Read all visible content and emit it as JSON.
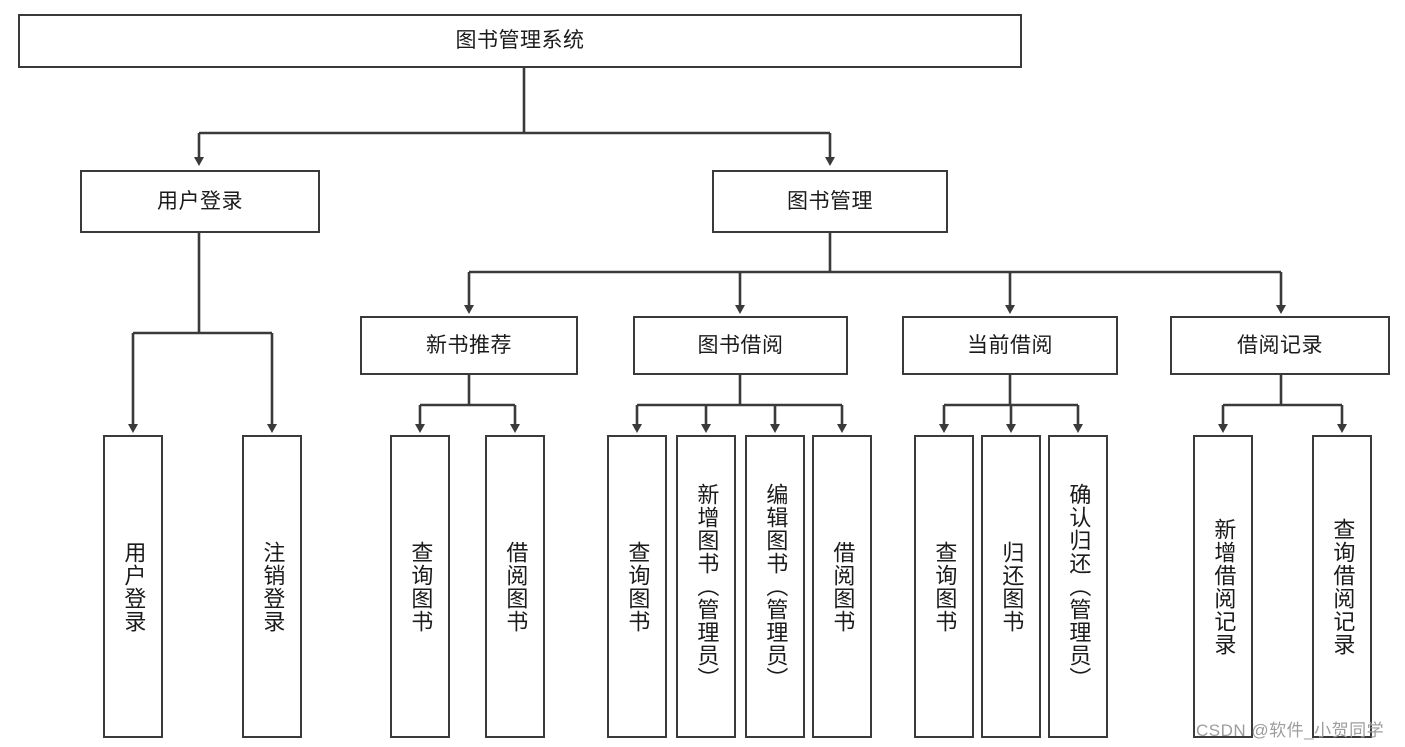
{
  "diagram": {
    "type": "tree-hierarchy",
    "title": "图书管理系统",
    "root": {
      "id": "root",
      "label": "图书管理系统"
    },
    "level1": [
      {
        "id": "user-login",
        "label": "用户登录"
      },
      {
        "id": "book-management",
        "label": "图书管理"
      }
    ],
    "level2": [
      {
        "id": "new-book-recommend",
        "label": "新书推荐",
        "parent": "book-management"
      },
      {
        "id": "book-borrow",
        "label": "图书借阅",
        "parent": "book-management"
      },
      {
        "id": "current-borrow",
        "label": "当前借阅",
        "parent": "book-management"
      },
      {
        "id": "borrow-record",
        "label": "借阅记录",
        "parent": "book-management"
      }
    ],
    "leaves": {
      "user_login": [
        {
          "id": "leaf-user-login",
          "label": "用户登录"
        },
        {
          "id": "leaf-logout-login",
          "label": "注销登录"
        }
      ],
      "new_book_recommend": [
        {
          "id": "leaf-query-book-1",
          "label": "查询图书"
        },
        {
          "id": "leaf-borrow-book-1",
          "label": "借阅图书"
        }
      ],
      "book_borrow": [
        {
          "id": "leaf-query-book-2",
          "label": "查询图书"
        },
        {
          "id": "leaf-add-book",
          "label": "新增图书（管理员）"
        },
        {
          "id": "leaf-edit-book",
          "label": "编辑图书（管理员）"
        },
        {
          "id": "leaf-borrow-book-2",
          "label": "借阅图书"
        }
      ],
      "current_borrow": [
        {
          "id": "leaf-query-book-3",
          "label": "查询图书"
        },
        {
          "id": "leaf-return-book",
          "label": "归还图书"
        },
        {
          "id": "leaf-confirm-return",
          "label": "确认归还（管理员）"
        }
      ],
      "borrow_record": [
        {
          "id": "leaf-add-record",
          "label": "新增借阅记录"
        },
        {
          "id": "leaf-query-record",
          "label": "查询借阅记录"
        }
      ]
    }
  },
  "watermark": {
    "text": "CSDN @软件_小贺同学"
  },
  "colors": {
    "stroke": "#3a3a3a",
    "text": "#1b1b1b",
    "background": "#ffffff",
    "watermark": "#9d9d9d"
  }
}
